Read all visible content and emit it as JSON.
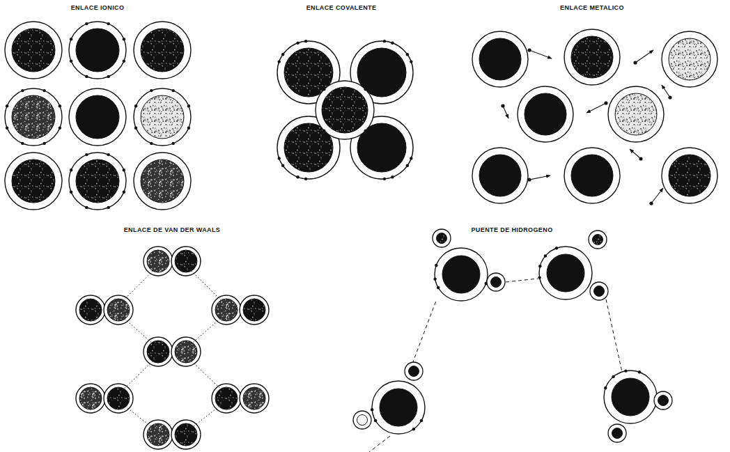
{
  "diagram": {
    "labels": [
      "ENLACE IONICO",
      "ENLACE COVALENTE",
      "ENLACE METALICO",
      "ENLACE DE VAN DER WAALS",
      "PUENTE DE HIDROGENO"
    ]
  }
}
